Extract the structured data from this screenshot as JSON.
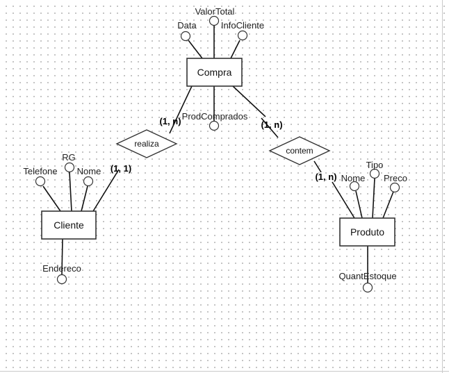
{
  "entities": {
    "compra": "Compra",
    "cliente": "Cliente",
    "produto": "Produto"
  },
  "relationships": {
    "realiza": "realiza",
    "contem": "contem"
  },
  "attributes": {
    "compra": [
      "ValorTotal",
      "Data",
      "InfoCliente",
      "ProdComprados"
    ],
    "cliente": [
      "RG",
      "Telefone",
      "Nome",
      "Endereco"
    ],
    "produto": [
      "Tipo",
      "Nome",
      "Preco",
      "QuantEstoque"
    ]
  },
  "cardinalities": {
    "compra_realiza": "(1, n)",
    "realiza_cliente": "(1, 1)",
    "compra_contem": "(1, n)",
    "contem_produto": "(1, n)"
  }
}
